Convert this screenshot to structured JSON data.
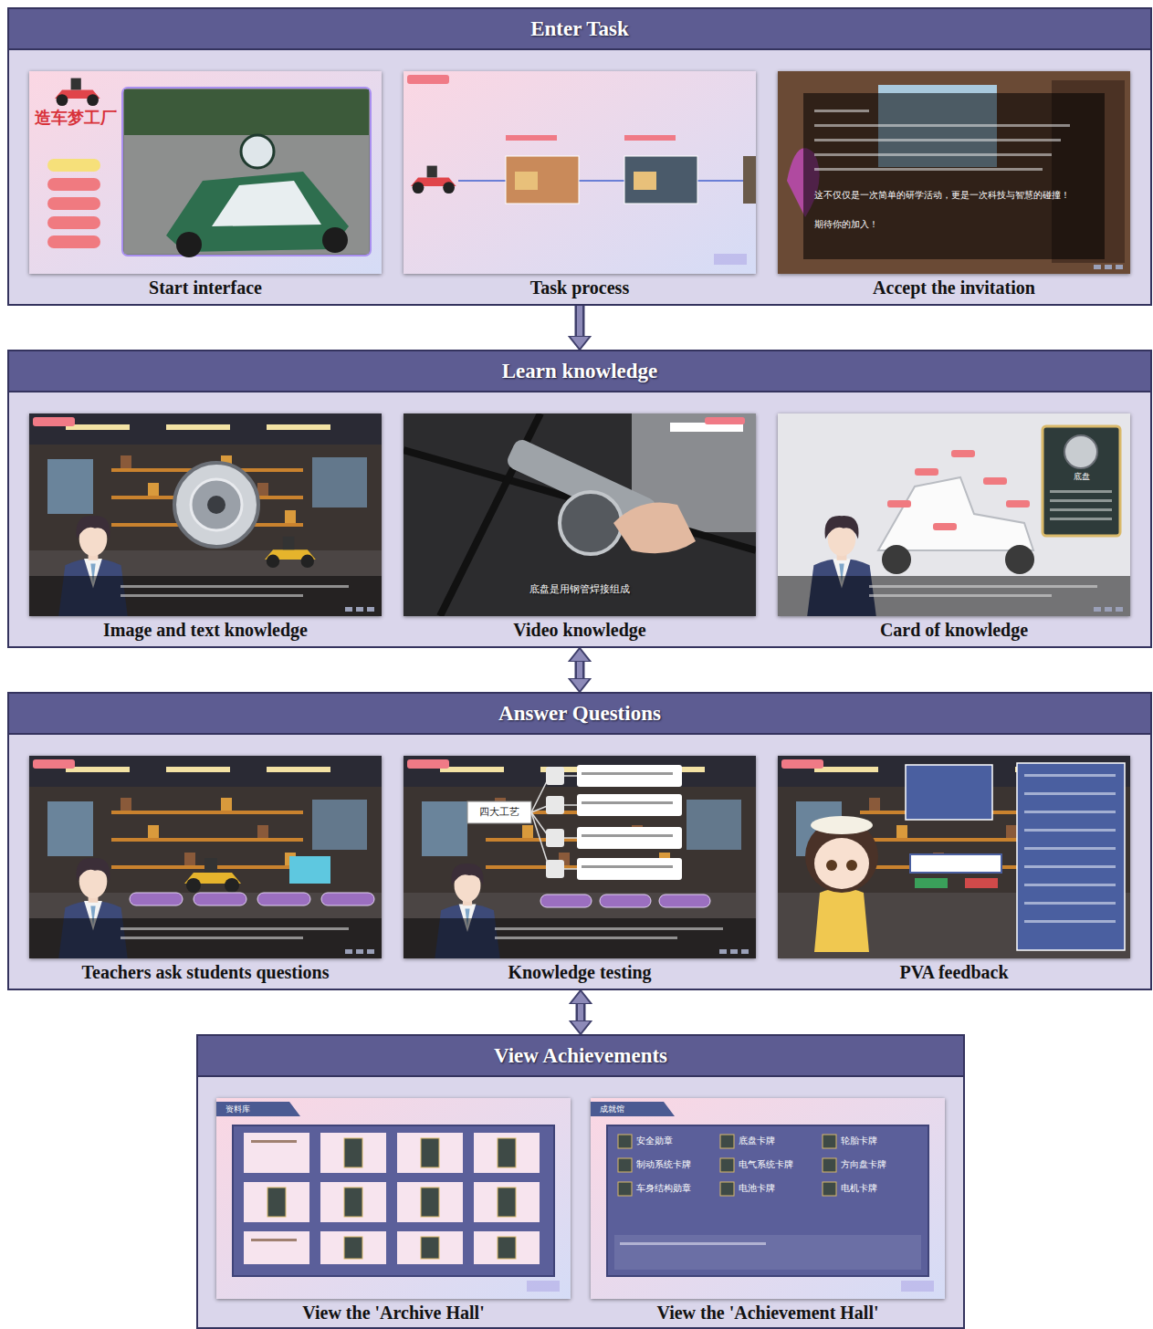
{
  "diagram": {
    "nodes": [
      {
        "text": [
          "Enter Task"
        ]
      },
      {
        "text": [
          "Start interface"
        ],
        "in": 0
      },
      {
        "text": [
          "Task process"
        ],
        "in": 0
      },
      {
        "text": [
          "Accept the invitation"
        ],
        "in": 0
      },
      {
        "text": [
          "Learn knowledge"
        ]
      },
      {
        "text": [
          "Image and text knowledge"
        ],
        "in": 4
      },
      {
        "text": [
          "Video knowledge"
        ],
        "in": 4
      },
      {
        "text": [
          "Card of knowledge"
        ],
        "in": 4
      },
      {
        "text": [
          "Answer Questions"
        ]
      },
      {
        "text": [
          "Teachers ask students questions"
        ],
        "in": 8
      },
      {
        "text": [
          "Knowledge testing"
        ],
        "in": 8
      },
      {
        "text": [
          "PVA feedback"
        ],
        "in": 8
      },
      {
        "text": [
          "View Achievements"
        ]
      },
      {
        "text": [
          "View the 'Archive Hall'"
        ],
        "in": 12
      },
      {
        "text": [
          "View the 'Achievement Hall'"
        ],
        "in": 12
      }
    ],
    "edges": [
      {
        "from": 0,
        "to": 4,
        "arrow": "to"
      },
      {
        "from": 4,
        "to": 8,
        "arrow": "both"
      },
      {
        "from": 8,
        "to": 12,
        "arrow": "both"
      }
    ],
    "labels": [
      "造车梦工厂",
      "这不仅仅是一次简单的研学活动，更是一次科技与智慧的碰撞！",
      "期待你的加入！",
      "底盘是用钢管焊接组成",
      "底盘",
      "四大工艺",
      "资料库",
      "成就馆",
      "安全勋章",
      "底盘卡牌",
      "轮胎卡牌",
      "制动系统卡牌",
      "电气系统卡牌",
      "方向盘卡牌",
      "车身结构勋章",
      "电池卡牌",
      "电机卡牌"
    ]
  }
}
